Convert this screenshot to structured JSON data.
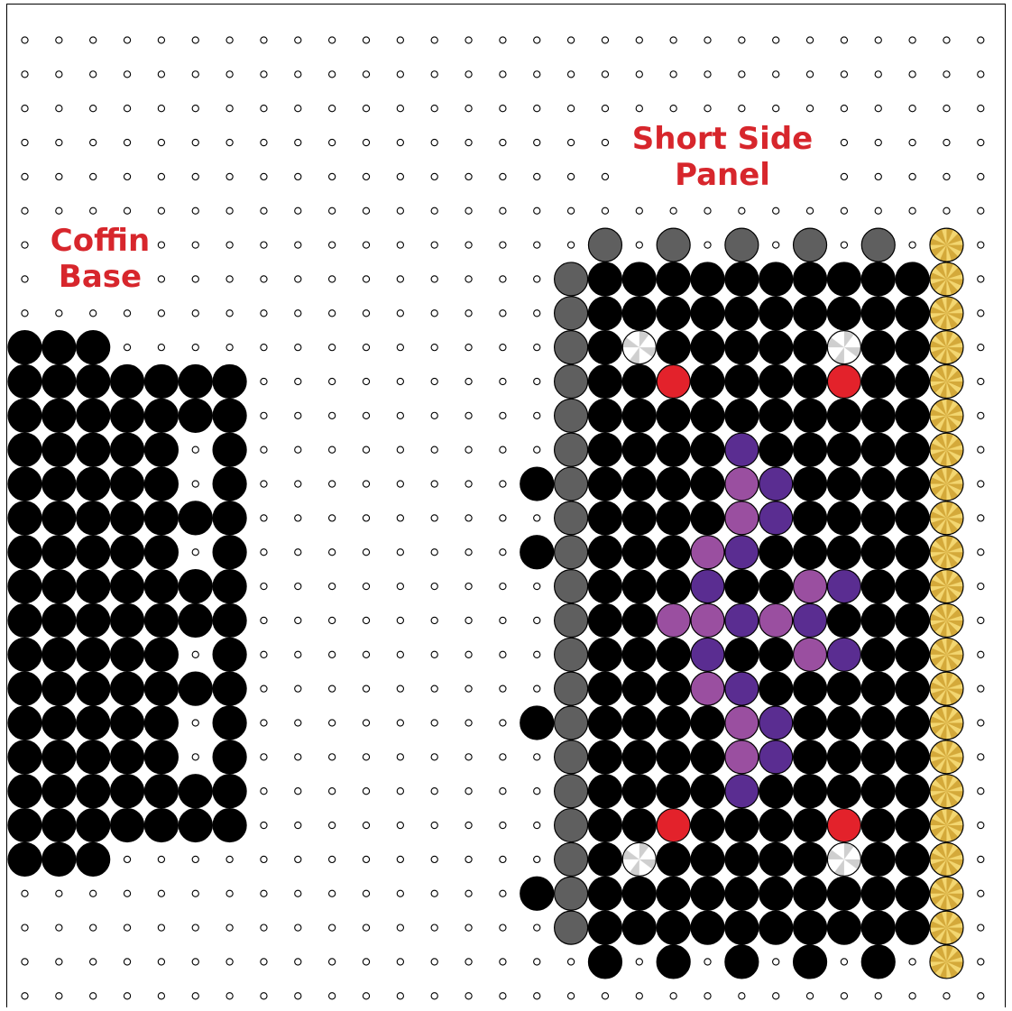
{
  "labels": {
    "coffin_base": [
      "Coffin",
      "Base"
    ],
    "short_side_panel": [
      "Short Side",
      "Panel"
    ]
  },
  "grid": {
    "columns": 29,
    "rows": 29
  },
  "colors": {
    "B": "#000000",
    "G": "#5f5f5f",
    "W": "#ffffff",
    "R": "#e3222b",
    "V": "#5a2d91",
    "P": "#9a4fa0",
    "Y": "#f3d670"
  },
  "pattern_rows": [
    ".............................",
    ".............................",
    ".............................",
    ".............................",
    ".............................",
    ".............................",
    ".................G.G.G.G.G.Y.",
    "................GBBBBBBBBBBY.",
    "................GBBBBBBBBBBY.",
    "BBB.............GBWBBBBBWBBY.",
    "BBBBBBB.........GBBRBBBBRBBY.",
    "BBBBBBB.........GBBBBBBBBBBY.",
    "BBBBB.B.........GBBBBVBBBBBY.",
    "BBBBB.B........BGBBBBPVBBBBY.",
    "BBBBBBB.........GBBBBPVBBBBY.",
    "BBBBB.B........BGBBBPVBBBBBY.",
    "BBBBBBB.........GBBBVBBPVBBY.",
    "BBBBBBB.........GBBPPVPVBBBY.",
    "BBBBB.B.........GBBBVBBPVBBY.",
    "BBBBBBB.........GBBBPVBBBBBY.",
    "BBBBB.B........BGBBBBPVBBBBY.",
    "BBBBB.B.........GBBBBPVBBBBY.",
    "BBBBBBB.........GBBBBVBBBBBY.",
    "BBBBBBB.........GBBRBBBBRBBY.",
    "BBB.............GBWBBBBBWBBY.",
    "...............BGBBBBBBBBBBY.",
    "................GBBBBBBBBBBY.",
    ".................B.B.B.B.B.Y.",
    "............................."
  ]
}
